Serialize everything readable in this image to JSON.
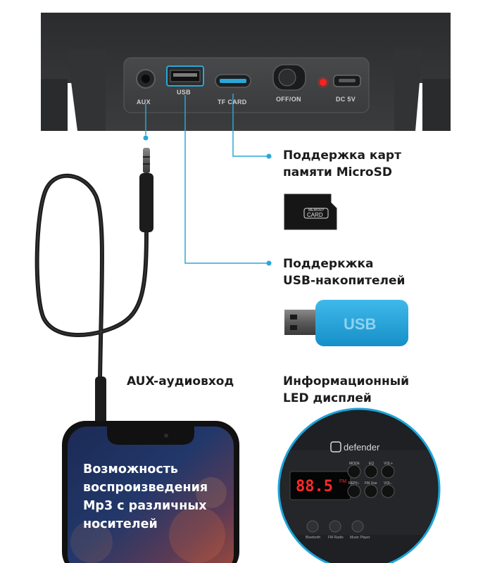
{
  "ports": {
    "aux": "AUX",
    "usb": "USB",
    "tf_card": "TF CARD",
    "off_on": "OFF/ON",
    "dc": "DC 5V"
  },
  "features": {
    "microsd": [
      "Поддержка карт",
      "памяти MicroSD"
    ],
    "usb": [
      "Поддеркжка",
      "USB-накопителей"
    ],
    "aux": "AUX-аудиовход",
    "led": [
      "Информационный",
      "LED дисплей"
    ]
  },
  "memory_card": {
    "line1": "MEMORY",
    "line2": "CARD"
  },
  "usb_stick_label": "USB",
  "phone_caption": [
    "Возможность",
    "воспроизведения",
    "Mp3 с различных",
    "носителей"
  ],
  "device": {
    "brand": "defender",
    "display_value": "88.5",
    "display_unit": "FM",
    "buttons": [
      "MODE",
      "EQ",
      "REP/▷",
      "FM Use",
      "VOL-",
      "VOL+"
    ],
    "bottom_modes": [
      "Bluetooth",
      "FM Radio",
      "Music Player"
    ]
  },
  "colors": {
    "accent": "#29a7d8",
    "usb_stick": "#1f9fd9",
    "led_red": "#ff2020",
    "panel": "#3a3b3d"
  }
}
